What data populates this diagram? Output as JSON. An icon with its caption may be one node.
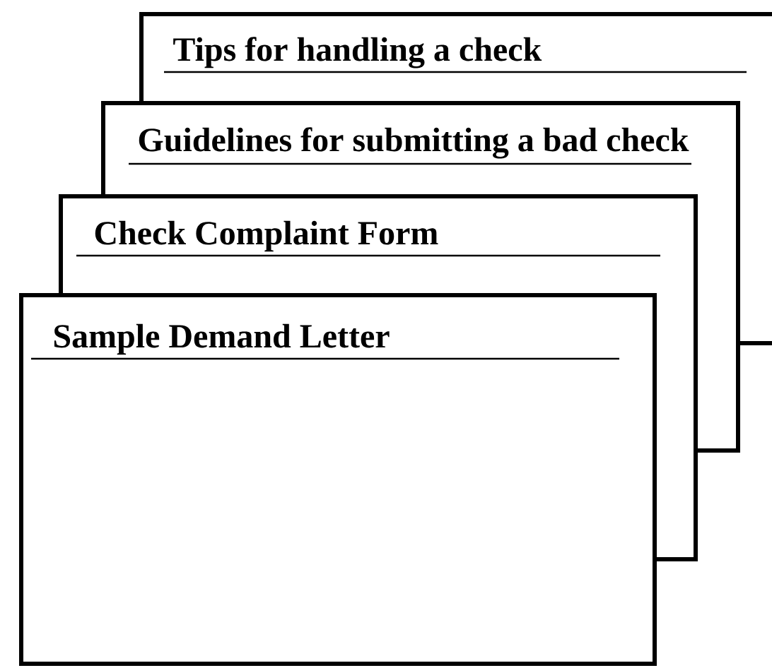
{
  "diagram": {
    "nodes": [
      {
        "text": [
          "Tips for handling a check"
        ]
      },
      {
        "text": [
          "Guidelines for submitting a bad check"
        ]
      },
      {
        "text": [
          "Check Complaint Form"
        ]
      },
      {
        "text": [
          "Sample Demand Letter"
        ]
      }
    ]
  }
}
